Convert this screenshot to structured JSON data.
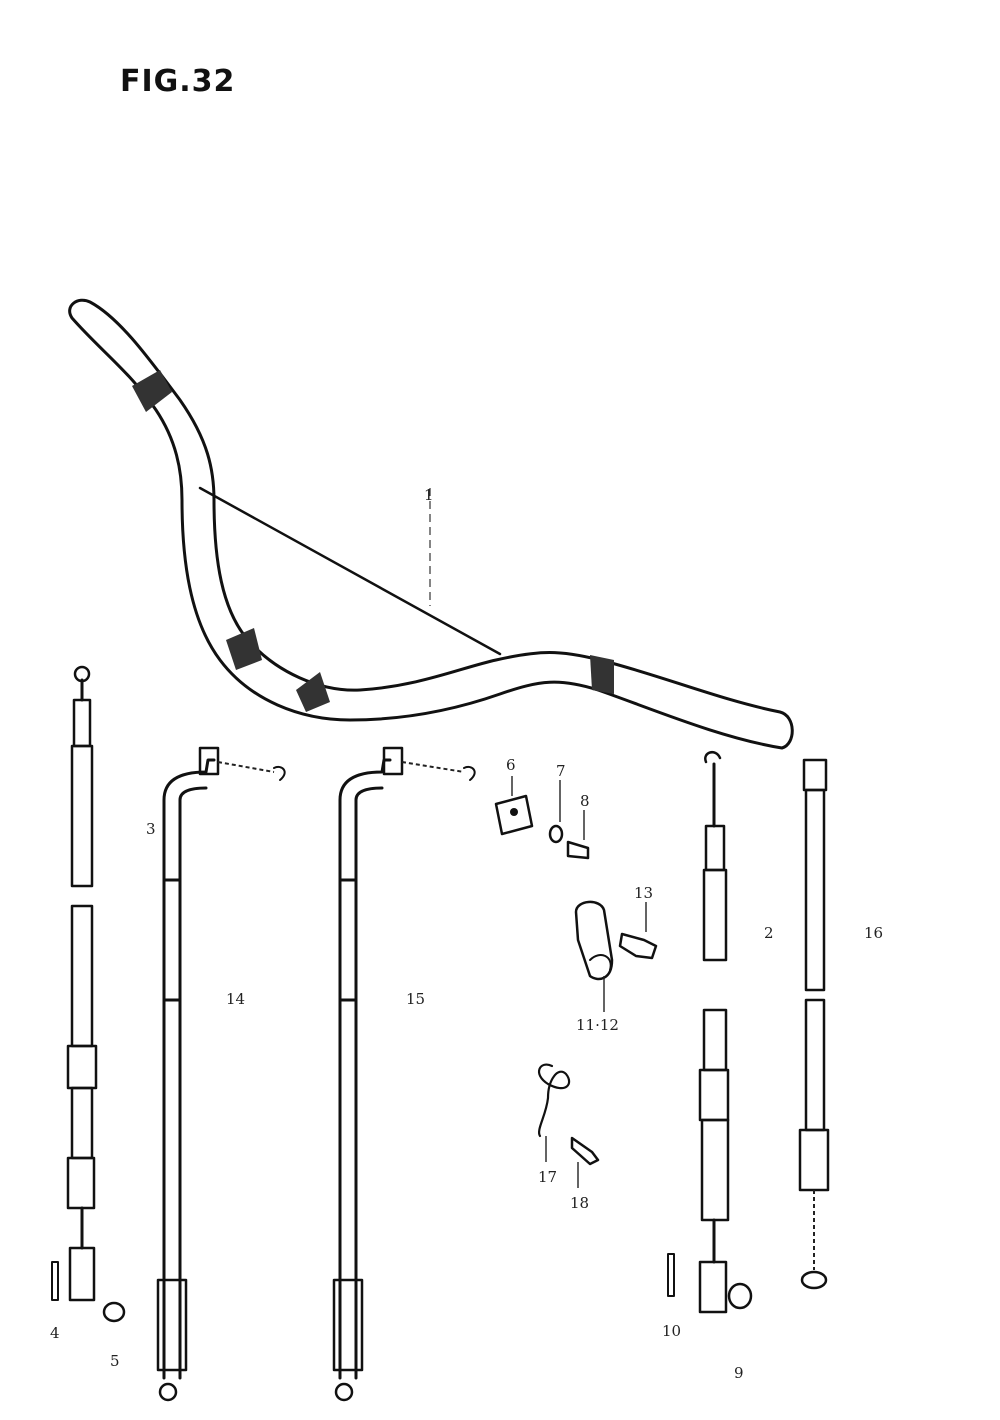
{
  "figure": {
    "title": "FIG.32"
  },
  "callouts": {
    "p1": "1",
    "p4": "4",
    "p5": "5",
    "p6": "6",
    "p7": "7",
    "p8": "8",
    "p9": "9",
    "p10": "10",
    "p11_12": "11·12",
    "p13": "13",
    "p14": "14",
    "p15": "15",
    "p16": "16",
    "p17": "17",
    "p18": "18",
    "p2": "2",
    "p3": "3"
  }
}
